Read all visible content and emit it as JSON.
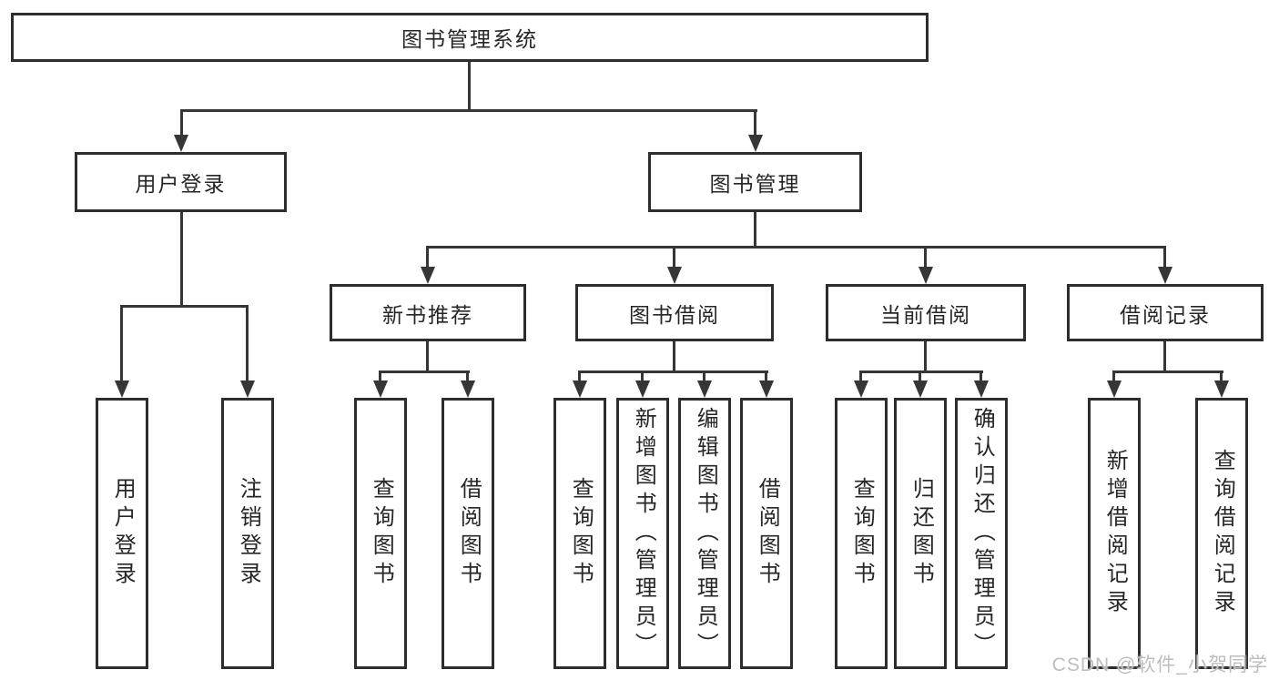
{
  "tree": {
    "root": {
      "label": "图书管理系统"
    },
    "user_login": {
      "label": "用户登录",
      "leaves": [
        {
          "label": "用户登录"
        },
        {
          "label": "注销登录"
        }
      ]
    },
    "book_management": {
      "label": "图书管理",
      "groups": [
        {
          "label": "新书推荐",
          "leaves": [
            {
              "label": "查询图书"
            },
            {
              "label": "借阅图书"
            }
          ]
        },
        {
          "label": "图书借阅",
          "leaves": [
            {
              "label": "查询图书"
            },
            {
              "label": "新增图书（管理员）"
            },
            {
              "label": "编辑图书（管理员）"
            },
            {
              "label": "借阅图书"
            }
          ]
        },
        {
          "label": "当前借阅",
          "leaves": [
            {
              "label": "查询图书"
            },
            {
              "label": "归还图书"
            },
            {
              "label": "确认归还（管理员）"
            }
          ]
        },
        {
          "label": "借阅记录",
          "leaves": [
            {
              "label": "新增借阅记录"
            },
            {
              "label": "查询借阅记录"
            }
          ]
        }
      ]
    }
  },
  "watermark": {
    "text": "CSDN @软件_小贺同学"
  },
  "colors": {
    "line": "#363636",
    "box_border": "#2d2d2d",
    "text": "#262626",
    "background": "#ffffff",
    "watermark": "#bdbdbd"
  }
}
